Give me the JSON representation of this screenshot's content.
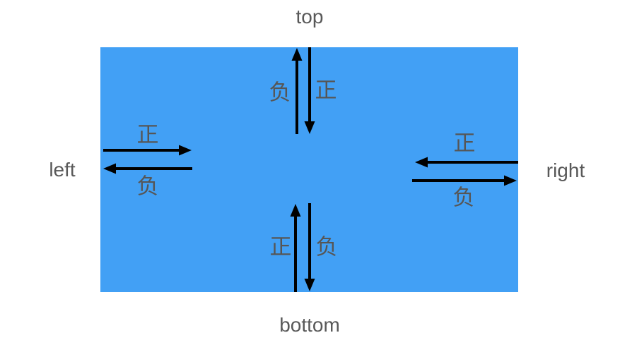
{
  "diagram": {
    "labels": {
      "top": "top",
      "bottom": "bottom",
      "left": "left",
      "right": "right"
    },
    "annotations": {
      "top_negative": "负",
      "top_positive": "正",
      "left_positive": "正",
      "left_negative": "负",
      "right_positive": "正",
      "right_negative": "负",
      "bottom_positive": "正",
      "bottom_negative": "负"
    },
    "colors": {
      "box_blue": "#42A0F5",
      "label_gray": "#595959",
      "annotation_gray": "#565656",
      "arrow_black": "#000000",
      "background": "#FFFFFF"
    }
  }
}
